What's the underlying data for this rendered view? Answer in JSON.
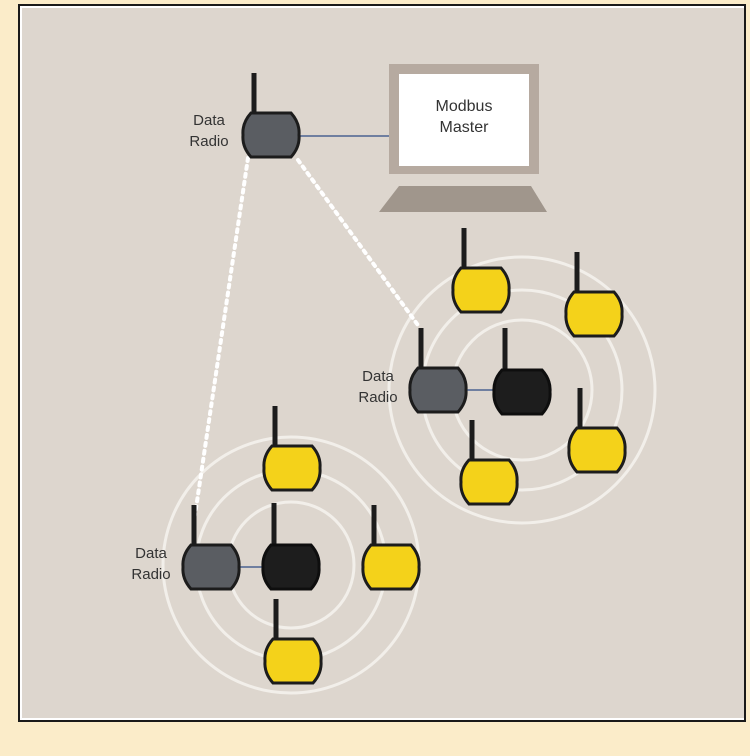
{
  "diagram": {
    "master_label_line1": "Modbus",
    "master_label_line2": "Master",
    "radio_label_line1": "Data",
    "radio_label_line2": "Radio"
  },
  "colors": {
    "background": "#ddd6ce",
    "data_radio": "#5a5d62",
    "gateway": "#1d1d1d",
    "sensor": "#f4d21a",
    "link": "#6f7fa0",
    "range_ring": "#f2efea",
    "wireless_link": "#ffffff"
  },
  "icons": [
    "computer-icon",
    "data-radio-icon",
    "gateway-icon",
    "wireless-sensor-icon"
  ]
}
